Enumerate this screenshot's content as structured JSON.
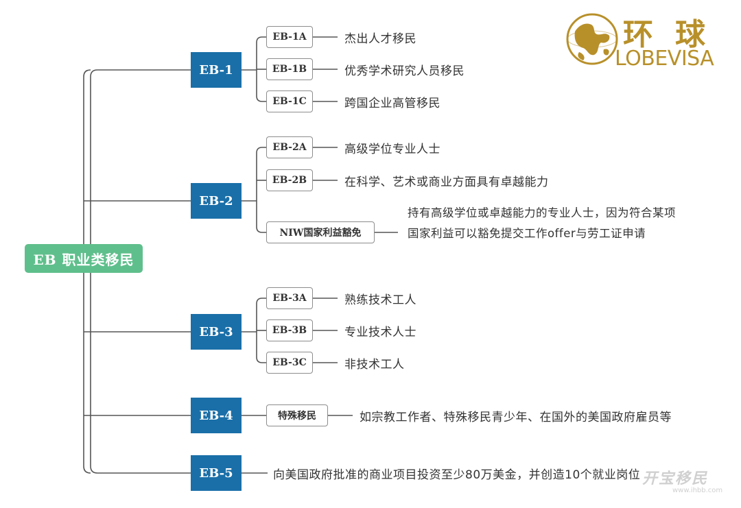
{
  "root": {
    "label": "EB 职业类移民"
  },
  "categories": [
    {
      "label": "EB-1",
      "items": [
        {
          "code": "EB-1A",
          "desc": "杰出人才移民"
        },
        {
          "code": "EB-1B",
          "desc": "优秀学术研究人员移民"
        },
        {
          "code": "EB-1C",
          "desc": "跨国企业高管移民"
        }
      ]
    },
    {
      "label": "EB-2",
      "items": [
        {
          "code": "EB-2A",
          "desc": "高级学位专业人士"
        },
        {
          "code": "EB-2B",
          "desc": "在科学、艺术或商业方面具有卓越能力"
        },
        {
          "code": "NIW国家利益豁免",
          "desc": "持有高级学位或卓越能力的专业人士，因为符合某项国家利益可以豁免提交工作offer与劳工证申请"
        }
      ]
    },
    {
      "label": "EB-3",
      "items": [
        {
          "code": "EB-3A",
          "desc": "熟练技术工人"
        },
        {
          "code": "EB-3B",
          "desc": "专业技术人士"
        },
        {
          "code": "EB-3C",
          "desc": "非技术工人"
        }
      ]
    },
    {
      "label": "EB-4",
      "items": [
        {
          "code": "特殊移民",
          "desc": "如宗教工作者、特殊移民青少年、在国外的美国政府雇员等"
        }
      ]
    },
    {
      "label": "EB-5",
      "desc": "向美国政府批准的商业项目投资至少80万美金，并创造10个就业岗位"
    }
  ],
  "logo": {
    "cn": "环球",
    "en": "LOBEVISA",
    "icon": "globe-icon"
  },
  "watermark": {
    "text": "开宝移民",
    "url": "www.ihbb.com"
  },
  "colors": {
    "root": "#5fbf8c",
    "category": "#1a6fa8",
    "logo": "#b8902a",
    "line": "#555555"
  }
}
